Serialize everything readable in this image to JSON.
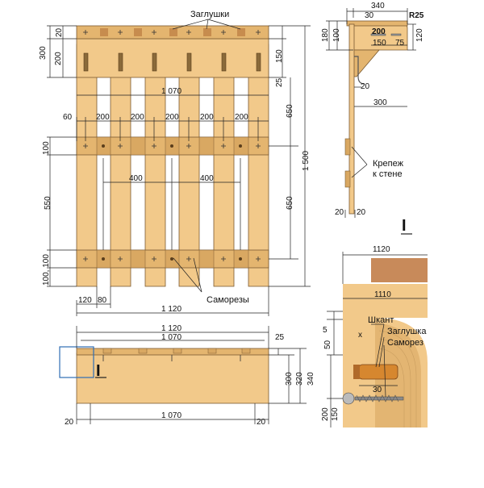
{
  "labels": {
    "caps": "Заглушки",
    "screws": "Саморезы",
    "wall_mount_1": "Крепеж",
    "wall_mount_2": "к стене",
    "section_mark_right": "I",
    "section_mark_bottom": "I",
    "dowel": "Шкант",
    "cap": "Заглушка",
    "screw": "Саморез",
    "x_mark": "x"
  },
  "front_view": {
    "top_20": "20",
    "left_300": "300",
    "left_200": "200",
    "right_150": "150",
    "right_25": "25",
    "right_650_top": "650",
    "width_1070": "1 070",
    "left_60": "60",
    "spacing": [
      "200",
      "200",
      "200",
      "200",
      "200"
    ],
    "left_100_top": "100",
    "left_550": "550",
    "left_100_bottom": "100, 100",
    "inner_400_a": "400",
    "inner_400_b": "400",
    "right_650_bottom": "650",
    "height_1500": "1 500",
    "bottom_120": "120",
    "bottom_80": "80",
    "total_1120": "1 120"
  },
  "side_view": {
    "top_340": "340",
    "top_30": "30",
    "r25": "R25",
    "left_180": "180",
    "left_100": "100",
    "shelf_200": "200",
    "inner_150": "150",
    "inner_75": "75",
    "right_120": "120",
    "inner_20": "20",
    "depth_300": "300",
    "bottom_20a": "20",
    "bottom_20b": "20"
  },
  "top_view": {
    "total_1120": "1 120",
    "inner_1070": "1 070",
    "right_25": "25",
    "right_300": "300",
    "right_320": "320",
    "right_340": "340",
    "bottom_20_left": "20",
    "bottom_1070": "1 070",
    "bottom_20_right": "20"
  },
  "detail_view": {
    "top_1120": "1120",
    "mid_1110": "1110",
    "left_5": "5",
    "left_50": "50",
    "dowel_30": "30",
    "left_200": "200",
    "left_150": "150"
  },
  "colors": {
    "wood": "#f2c98a",
    "wood_dark": "#d9a862",
    "wood_shadow": "#e4b56f",
    "outline": "#7a5a30",
    "dim_line": "#222222",
    "detail_bg": "#c88a5a",
    "section_blue": "#2f6db5"
  }
}
